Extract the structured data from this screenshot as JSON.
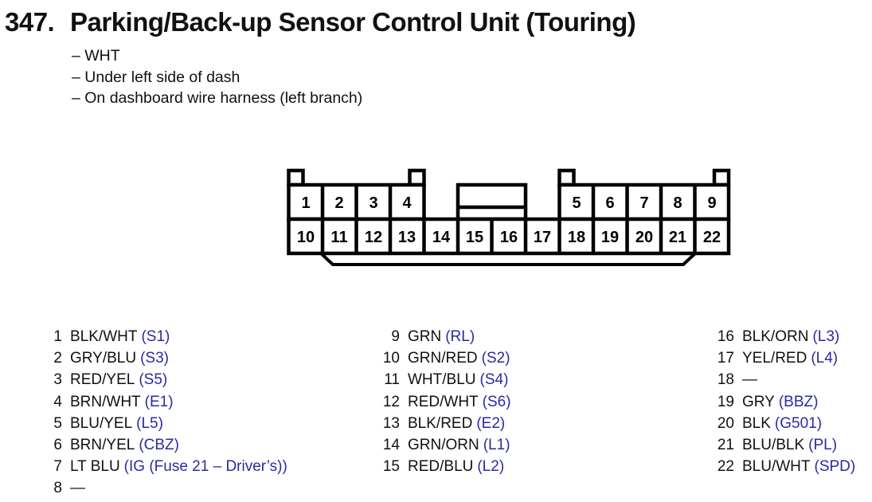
{
  "document": {
    "section_number": "347.",
    "title": "Parking/Back-up Sensor Control Unit (Touring)",
    "notes": [
      "– WHT",
      "– Under left side of dash",
      "– On dashboard wire harness (left branch)"
    ]
  },
  "colors": {
    "ink": "#111111",
    "code_blue": "#2b2aa4",
    "paper": "#ffffff"
  },
  "connector": {
    "top_left_pins": [
      "1",
      "2",
      "3",
      "4"
    ],
    "top_right_pins": [
      "5",
      "6",
      "7",
      "8",
      "9"
    ],
    "bottom_pins": [
      "10",
      "11",
      "12",
      "13",
      "14",
      "15",
      "16",
      "17",
      "18",
      "19",
      "20",
      "21",
      "22"
    ]
  },
  "legend": {
    "columns": [
      {
        "entries": [
          {
            "pin": "1",
            "wire": "BLK/WHT",
            "code": "(S1)"
          },
          {
            "pin": "2",
            "wire": "GRY/BLU",
            "code": "(S3)"
          },
          {
            "pin": "3",
            "wire": "RED/YEL",
            "code": "(S5)"
          },
          {
            "pin": "4",
            "wire": "BRN/WHT",
            "code": "(E1)"
          },
          {
            "pin": "5",
            "wire": "BLU/YEL",
            "code": "(L5)"
          },
          {
            "pin": "6",
            "wire": "BRN/YEL",
            "code": "(CBZ)"
          },
          {
            "pin": "7",
            "wire": "LT BLU",
            "code": "(IG (Fuse 21 – Driver’s))"
          },
          {
            "pin": "8",
            "wire": "—",
            "code": ""
          }
        ]
      },
      {
        "entries": [
          {
            "pin": "9",
            "wire": "GRN",
            "code": "(RL)"
          },
          {
            "pin": "10",
            "wire": "GRN/RED",
            "code": "(S2)"
          },
          {
            "pin": "11",
            "wire": "WHT/BLU",
            "code": "(S4)"
          },
          {
            "pin": "12",
            "wire": "RED/WHT",
            "code": "(S6)"
          },
          {
            "pin": "13",
            "wire": "BLK/RED",
            "code": "(E2)"
          },
          {
            "pin": "14",
            "wire": "GRN/ORN",
            "code": "(L1)"
          },
          {
            "pin": "15",
            "wire": "RED/BLU",
            "code": "(L2)"
          }
        ]
      },
      {
        "entries": [
          {
            "pin": "16",
            "wire": "BLK/ORN",
            "code": "(L3)"
          },
          {
            "pin": "17",
            "wire": "YEL/RED",
            "code": "(L4)"
          },
          {
            "pin": "18",
            "wire": "—",
            "code": ""
          },
          {
            "pin": "19",
            "wire": "GRY",
            "code": "(BBZ)"
          },
          {
            "pin": "20",
            "wire": "BLK",
            "code": "(G501)"
          },
          {
            "pin": "21",
            "wire": "BLU/BLK",
            "code": "(PL)"
          },
          {
            "pin": "22",
            "wire": "BLU/WHT",
            "code": "(SPD)"
          }
        ]
      }
    ]
  }
}
